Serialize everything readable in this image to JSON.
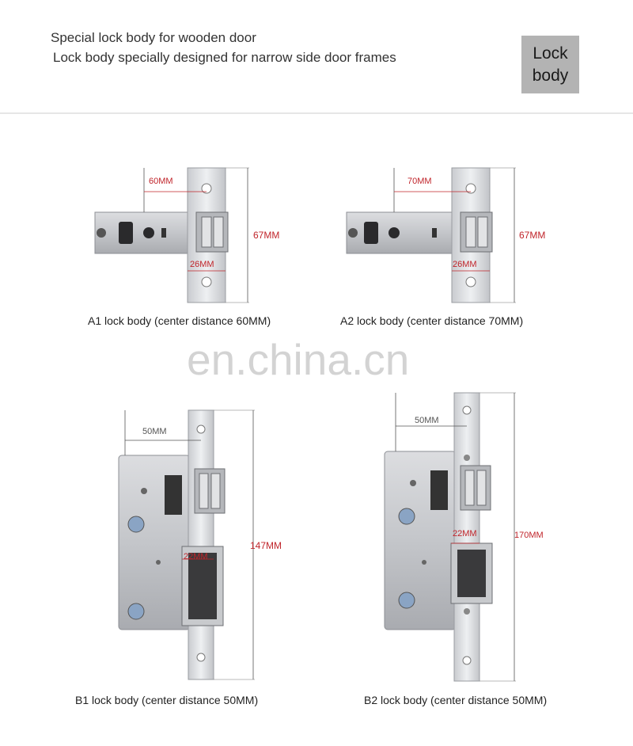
{
  "header": {
    "line1": "Special lock body for wooden door",
    "line2": " Lock body specially designed for narrow side door frames",
    "badge": "Lock body"
  },
  "watermark": "en.china.cn",
  "products": [
    {
      "id": "a1",
      "caption": "A1 lock body (center distance 60MM)",
      "center": "60MM",
      "width": "26MM",
      "height": "67MM"
    },
    {
      "id": "a2",
      "caption": "A2 lock body (center distance 70MM)",
      "center": "70MM",
      "width": "26MM",
      "height": "67MM"
    },
    {
      "id": "b1",
      "caption": "B1 lock body (center distance 50MM)",
      "center": "50MM",
      "width": "22MM",
      "height": "147MM"
    },
    {
      "id": "b2",
      "caption": "B2 lock body (center distance 50MM)",
      "center": "50MM",
      "width": "22MM",
      "height": "170MM"
    }
  ]
}
